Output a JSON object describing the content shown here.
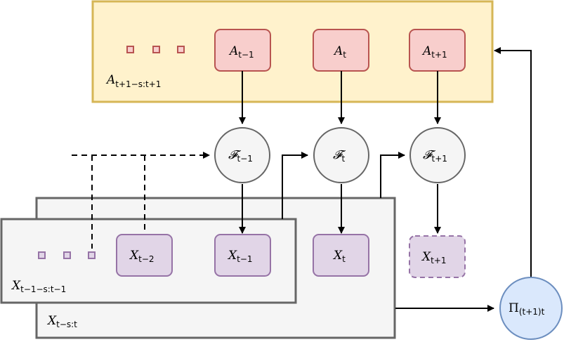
{
  "diagram": {
    "action_window": {
      "label": "A",
      "sub": "t+1−s:t+1"
    },
    "actions": [
      {
        "name": "A",
        "sub": "t−1"
      },
      {
        "name": "A",
        "sub": "t"
      },
      {
        "name": "A",
        "sub": "t+1"
      }
    ],
    "filters": [
      {
        "name": "𝓕",
        "sub": "t−1"
      },
      {
        "name": "𝓕",
        "sub": "t"
      },
      {
        "name": "𝓕",
        "sub": "t+1"
      }
    ],
    "states": [
      {
        "name": "X",
        "sub": "t−2"
      },
      {
        "name": "X",
        "sub": "t−1"
      },
      {
        "name": "X",
        "sub": "t"
      },
      {
        "name": "X",
        "sub": "t+1"
      }
    ],
    "window_back": {
      "label": "X",
      "sub": "t−s:t"
    },
    "window_front": {
      "label": "X",
      "sub": "t−1−s:t−1"
    },
    "policy": {
      "name": "Π",
      "sub": "(t+1)t"
    },
    "colors": {
      "action_window_fill": "#fff2cc",
      "action_window_stroke": "#d6b656",
      "action_fill": "#f8cecc",
      "action_stroke": "#b85450",
      "filter_fill": "#f5f5f5",
      "filter_stroke": "#666666",
      "state_fill": "#e1d5e7",
      "state_stroke": "#9673a6",
      "policy_fill": "#dae8fc",
      "policy_stroke": "#6c8ebf",
      "window_fill": "#f5f5f5",
      "window_stroke": "#666666"
    }
  }
}
